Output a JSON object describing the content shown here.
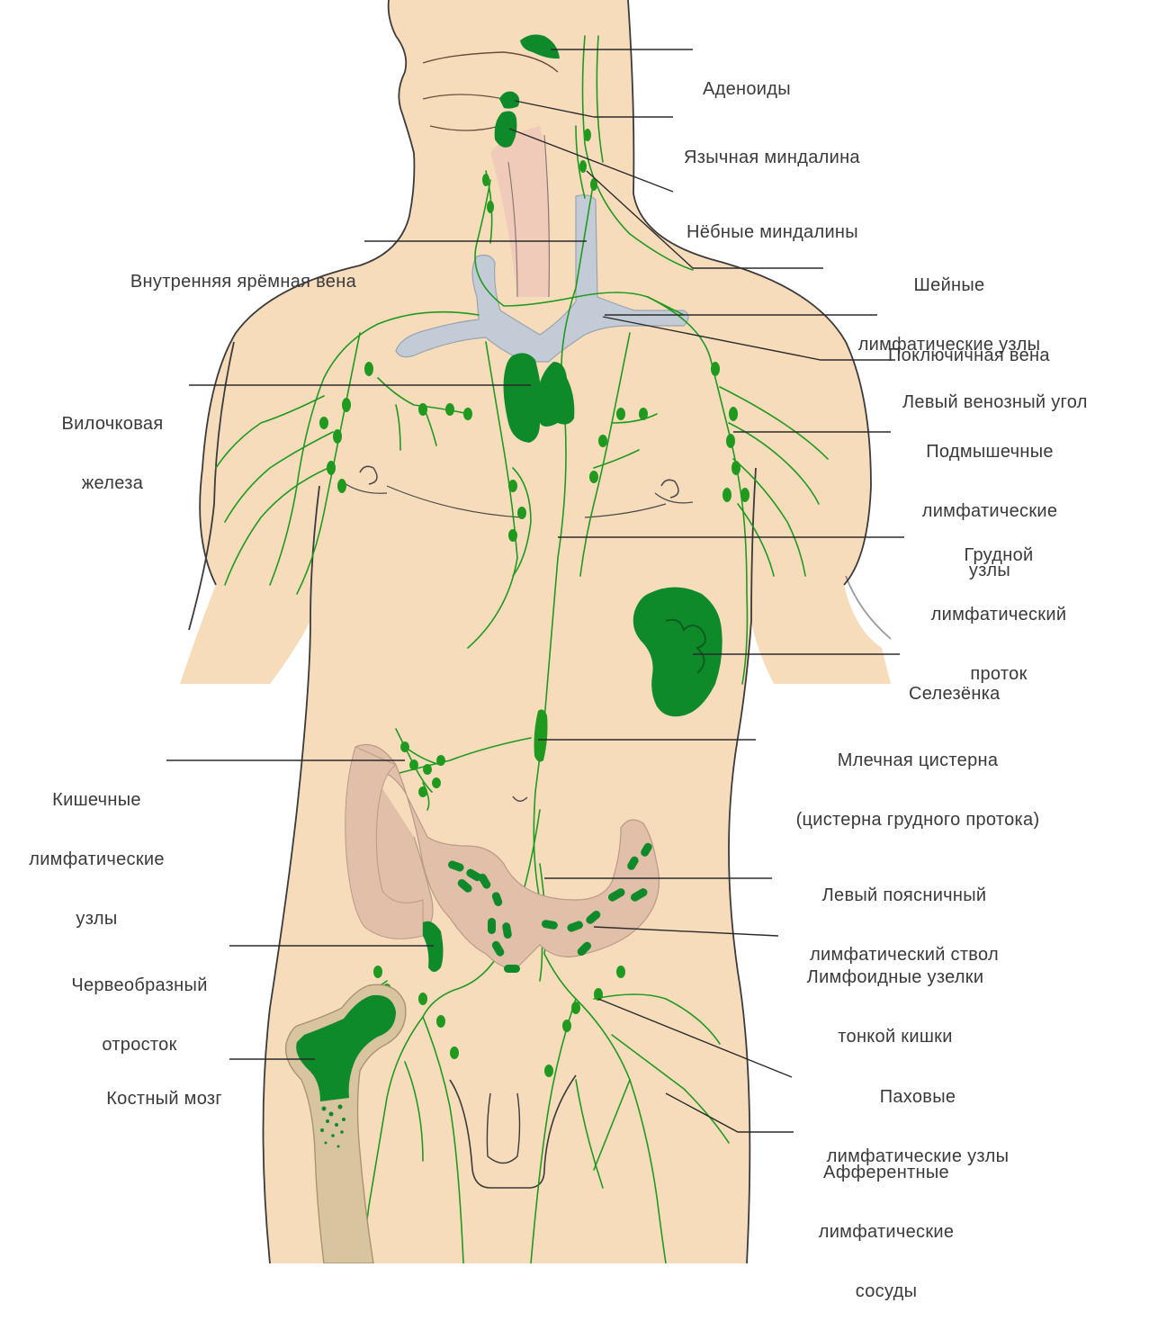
{
  "colors": {
    "skin": "#f7dcbc",
    "outline": "#3b3b3b",
    "lymph": "#1f9a1f",
    "organ": "#0f8a2a",
    "organ_dark": "#0a6e22",
    "vein": "#c3ccd6",
    "intestine": "#e2bfa8",
    "bone": "#d8c49e"
  },
  "labels": {
    "adenoids": [
      "Аденоиды"
    ],
    "lingual_tonsil": [
      "Язычная миндалина"
    ],
    "palatine_tonsils": [
      "Нёбные миндалины"
    ],
    "internal_jugular_vein": [
      "Внутренняя ярёмная вена"
    ],
    "cervical_nodes": [
      "Шейные",
      "лимфатические узлы"
    ],
    "subclavian_vein": [
      "Поключичная вена"
    ],
    "left_venous_angle": [
      "Левый венозный угол"
    ],
    "thymus": [
      "Вилочковая",
      "железа"
    ],
    "axillary_nodes": [
      "Подмышечные",
      "лимфатические",
      "узлы"
    ],
    "thoracic_duct": [
      "Грудной",
      "лимфатический",
      "проток"
    ],
    "spleen": [
      "Селезёнка"
    ],
    "cisterna_chyli": [
      "Млечная цистерна",
      "(цистерна грудного протока)"
    ],
    "intestinal_nodes": [
      "Кишечные",
      "лимфатические",
      "узлы"
    ],
    "left_lumbar_trunk": [
      "Левый поясничный",
      "лимфатический ствол"
    ],
    "appendix": [
      "Червеобразный",
      "отросток"
    ],
    "small_intestine_nodules": [
      "Лимфоидные узелки",
      "тонкой кишки"
    ],
    "bone_marrow": [
      "Костный мозг"
    ],
    "inguinal_nodes": [
      "Паховые",
      "лимфатические узлы"
    ],
    "afferent_vessels": [
      "Афферентные",
      "лимфатические",
      "сосуды"
    ]
  }
}
